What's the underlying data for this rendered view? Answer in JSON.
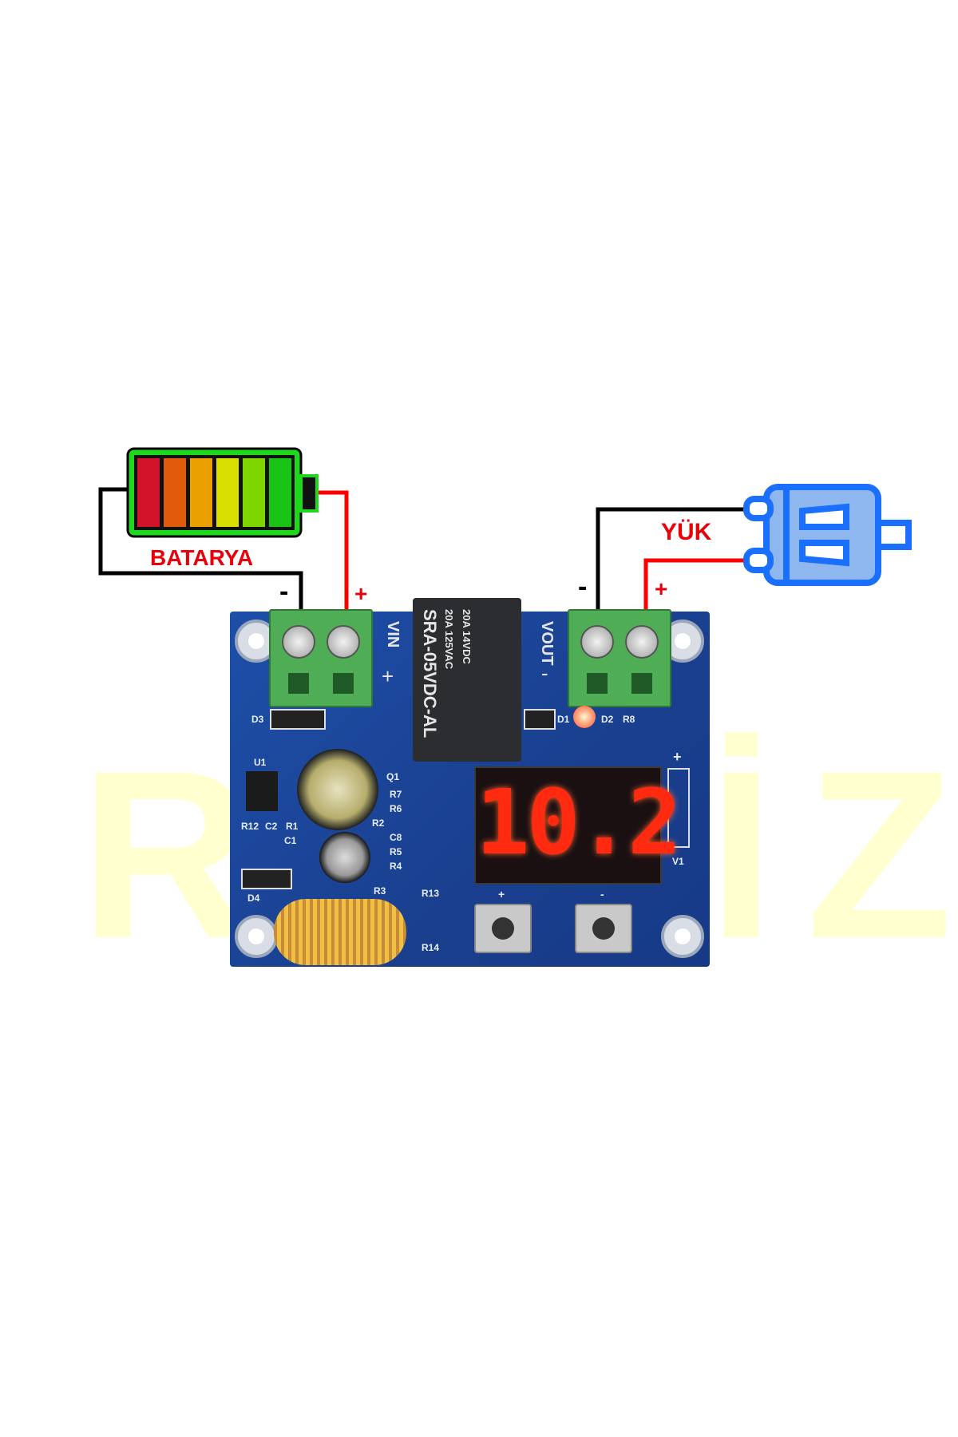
{
  "battery": {
    "label": "BATARYA",
    "minus": "-",
    "plus": "+",
    "bar_colors": [
      "#d3132a",
      "#e25b0b",
      "#e9a000",
      "#d9e000",
      "#7fd500",
      "#18c414"
    ]
  },
  "load": {
    "label": "YÜK",
    "minus": "-",
    "plus": "+"
  },
  "board": {
    "vin": "VIN",
    "vout": "VOUT",
    "vin_plus": "+",
    "vout_minus": "-",
    "relay_model": "SRA-05VDC-AL",
    "relay_rating1": "20A 14VDC",
    "relay_rating2": "20A 125VAC",
    "display_value": "10.2",
    "silk": {
      "d3": "D3",
      "u1": "U1",
      "r12": "R12",
      "c2": "C2",
      "r1": "R1",
      "c1": "C1",
      "d4": "D4",
      "r2": "R2",
      "r3": "R3",
      "r13": "R13",
      "r14": "R14",
      "q1": "Q1",
      "r7": "R7",
      "r6": "R6",
      "c8": "C8",
      "r5": "R5",
      "r4": "R4",
      "d1": "D1",
      "d2": "D2",
      "r8": "R8",
      "v1": "V1",
      "btn_plus": "+",
      "btn_minus": "-",
      "hdr_plus": "+"
    }
  },
  "watermark": "ROBİZ",
  "colors": {
    "wire_black": "#000000",
    "wire_red": "#ff0000",
    "motor_blue": "#1a6fff",
    "board_blue": "#1d4fa8"
  }
}
